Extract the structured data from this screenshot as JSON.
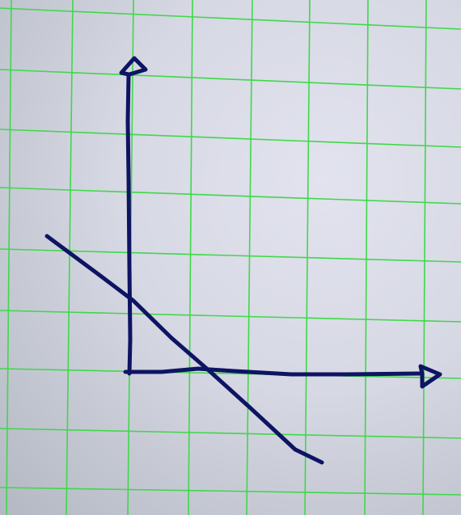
{
  "figure": {
    "description_kind": "hand-drawn-graph",
    "colors": {
      "paper": "#d6d8e3",
      "grid_line": "#3fd84a",
      "ink": "#0e1463"
    },
    "elements": [
      "graph-paper-grid",
      "y-axis-arrow",
      "x-axis-arrow",
      "decreasing-line"
    ]
  }
}
